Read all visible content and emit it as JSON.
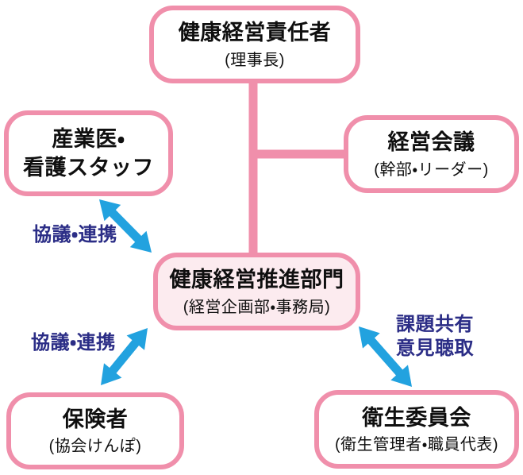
{
  "diagram": {
    "boxes": {
      "top": {
        "title": "健康経営責任者",
        "subtitle": "(理事長)"
      },
      "left": {
        "title": "産業医・\n看護スタッフ"
      },
      "right": {
        "title": "経営会議",
        "subtitle": "(幹部・リーダー)"
      },
      "center": {
        "title": "健康経営推進部門",
        "subtitle": "(経営企画部・事務局)"
      },
      "bottom_left": {
        "title": "保険者",
        "subtitle": "(協会けんぽ)"
      },
      "bottom_right": {
        "title": "衛生委員会",
        "subtitle": "(衛生管理者・職員代表)"
      }
    },
    "edge_labels": {
      "consult_top": "協議・連携",
      "consult_bottom": "協議・連携",
      "share": "課題共有\n意見聴取"
    },
    "colors": {
      "box_border_pink": "#F08FAB",
      "center_box_fill": "#FCEBEF",
      "connector_pink": "#F08FAB",
      "arrow_blue": "#22A2DF",
      "label_navy": "#2B2D86",
      "box_text": "#0F0F0F",
      "background": "#FFFFFF"
    }
  }
}
